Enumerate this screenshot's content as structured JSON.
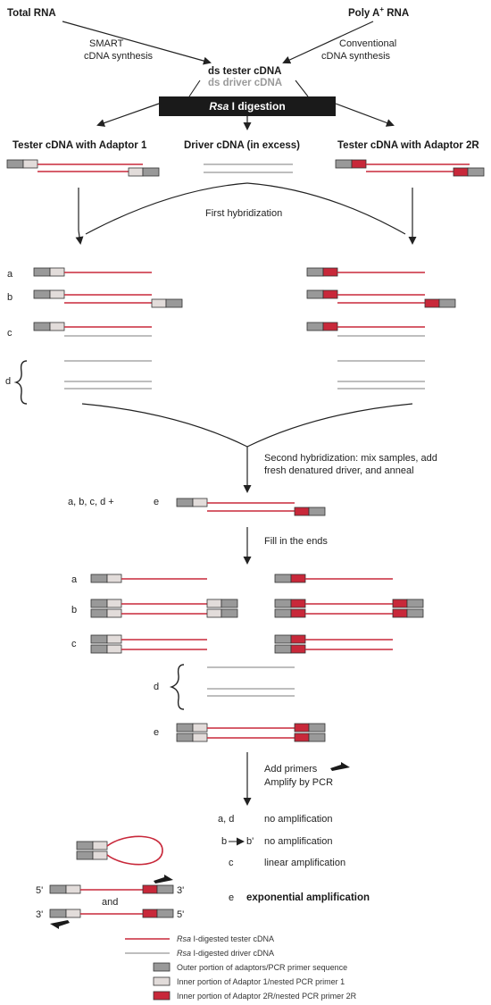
{
  "colors": {
    "tester_cdna": "#c8283a",
    "driver_cdna": "#a8a8a8",
    "outer_adaptor": "#999999",
    "inner_adaptor1": "#e2dcda",
    "inner_adaptor2r": "#c8283a",
    "banner": "#1a1a1a"
  },
  "top": {
    "total_rna": "Total RNA",
    "poly_a_rna_base": "Poly A",
    "poly_a_rna_sup": "+",
    "poly_a_rna_tail": " RNA",
    "smart_line1": "SMART",
    "smart_line2": "cDNA synthesis",
    "conv_line1": "Conventional",
    "conv_line2": "cDNA synthesis",
    "ds_tester": "ds tester cDNA",
    "ds_driver": "ds driver cDNA",
    "digestion_italic": "Rsa",
    "digestion_rest": " I digestion"
  },
  "columns": {
    "tester1": "Tester cDNA with Adaptor 1",
    "driver": "Driver cDNA (in excess)",
    "tester2": "Tester cDNA with Adaptor 2R"
  },
  "steps": {
    "first_hyb": "First hybridization",
    "second_hyb_line1": "Second hybridization: mix samples, add",
    "second_hyb_line2": "fresh denatured driver, and anneal",
    "fill_ends": "Fill in the ends",
    "add_primers": "Add primers",
    "amplify": "Amplify by PCR"
  },
  "labels": {
    "a": "a",
    "b": "b",
    "c": "c",
    "d": "d",
    "e": "e",
    "abcd_plus": "a, b, c, d  +",
    "five_prime": "5'",
    "three_prime": "3'",
    "and": "and"
  },
  "outcomes": {
    "ad_label": "a,  d",
    "ad_result": "no amplification",
    "b_label": "b",
    "b_prime": "b'",
    "b_result": "no amplification",
    "c_label": "c",
    "c_result": "linear amplification",
    "e_label": "e",
    "e_result": "exponential amplification"
  },
  "legend": {
    "tester_italic": "Rsa",
    "tester_rest": " I-digested tester cDNA",
    "driver_italic": "Rsa",
    "driver_rest": " I-digested driver cDNA",
    "outer": "Outer portion of adaptors/PCR primer sequence",
    "inner1": "Inner portion of Adaptor 1/nested PCR primer 1",
    "inner2r": "Inner portion of Adaptor 2R/nested PCR primer 2R"
  }
}
